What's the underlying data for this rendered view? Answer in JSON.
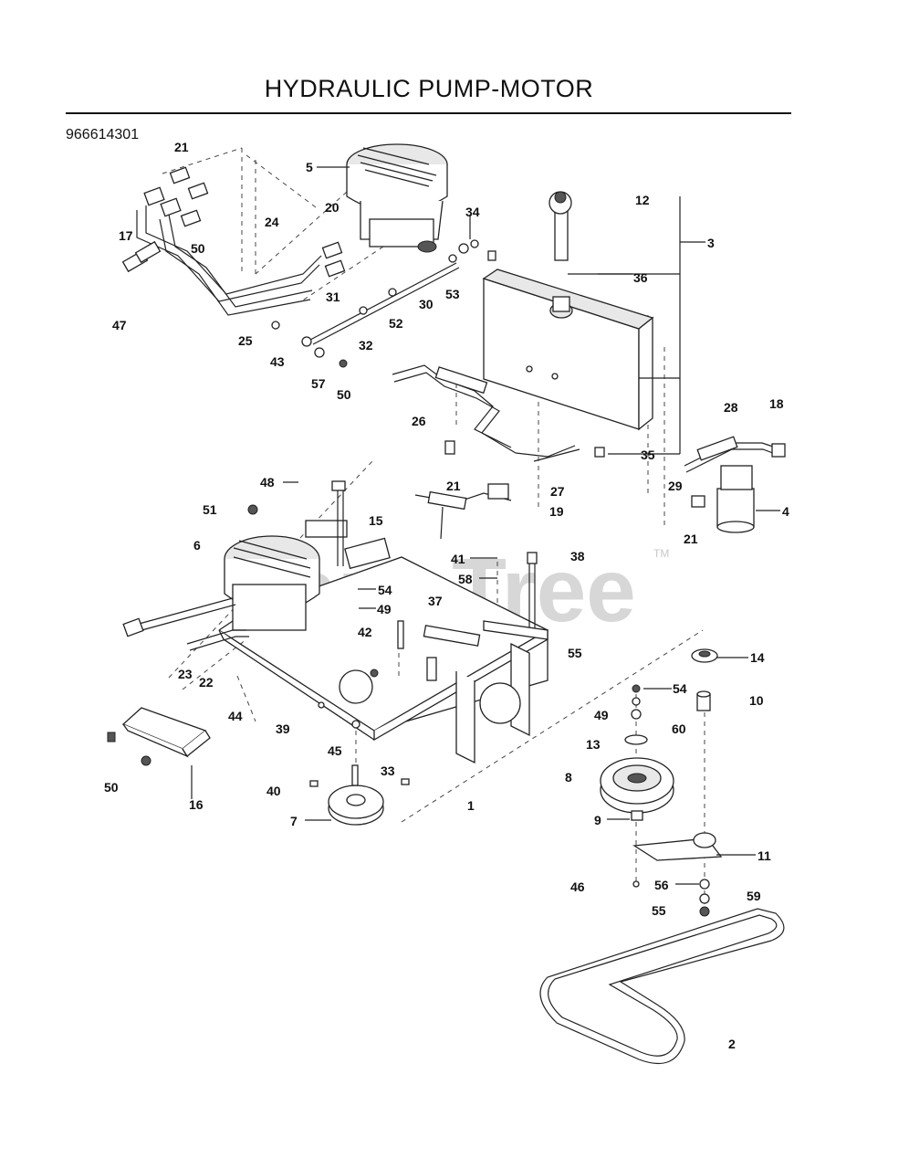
{
  "title": "HYDRAULIC PUMP-MOTOR",
  "part_number": "966614301",
  "watermark": "PartsTree",
  "trademark": "TM",
  "callouts": [
    {
      "id": "c-21a",
      "text": "21"
    },
    {
      "id": "c-5",
      "text": "5"
    },
    {
      "id": "c-20",
      "text": "20"
    },
    {
      "id": "c-24",
      "text": "24"
    },
    {
      "id": "c-17",
      "text": "17"
    },
    {
      "id": "c-50a",
      "text": "50"
    },
    {
      "id": "c-34",
      "text": "34"
    },
    {
      "id": "c-12",
      "text": "12"
    },
    {
      "id": "c-3",
      "text": "3"
    },
    {
      "id": "c-36",
      "text": "36"
    },
    {
      "id": "c-47",
      "text": "47"
    },
    {
      "id": "c-31",
      "text": "31"
    },
    {
      "id": "c-53",
      "text": "53"
    },
    {
      "id": "c-30",
      "text": "30"
    },
    {
      "id": "c-52",
      "text": "52"
    },
    {
      "id": "c-25",
      "text": "25"
    },
    {
      "id": "c-32",
      "text": "32"
    },
    {
      "id": "c-43",
      "text": "43"
    },
    {
      "id": "c-57",
      "text": "57"
    },
    {
      "id": "c-50b",
      "text": "50"
    },
    {
      "id": "c-26",
      "text": "26"
    },
    {
      "id": "c-28",
      "text": "28"
    },
    {
      "id": "c-18",
      "text": "18"
    },
    {
      "id": "c-35",
      "text": "35"
    },
    {
      "id": "c-48",
      "text": "48"
    },
    {
      "id": "c-21b",
      "text": "21"
    },
    {
      "id": "c-27",
      "text": "27"
    },
    {
      "id": "c-29",
      "text": "29"
    },
    {
      "id": "c-19",
      "text": "19"
    },
    {
      "id": "c-4",
      "text": "4"
    },
    {
      "id": "c-51",
      "text": "51"
    },
    {
      "id": "c-21c",
      "text": "21"
    },
    {
      "id": "c-15",
      "text": "15"
    },
    {
      "id": "c-6",
      "text": "6"
    },
    {
      "id": "c-41",
      "text": "41"
    },
    {
      "id": "c-38",
      "text": "38"
    },
    {
      "id": "c-58",
      "text": "58"
    },
    {
      "id": "c-54a",
      "text": "54"
    },
    {
      "id": "c-37",
      "text": "37"
    },
    {
      "id": "c-49a",
      "text": "49"
    },
    {
      "id": "c-42",
      "text": "42"
    },
    {
      "id": "c-55a",
      "text": "55"
    },
    {
      "id": "c-14",
      "text": "14"
    },
    {
      "id": "c-23",
      "text": "23"
    },
    {
      "id": "c-22",
      "text": "22"
    },
    {
      "id": "c-54b",
      "text": "54"
    },
    {
      "id": "c-10",
      "text": "10"
    },
    {
      "id": "c-44",
      "text": "44"
    },
    {
      "id": "c-39",
      "text": "39"
    },
    {
      "id": "c-49b",
      "text": "49"
    },
    {
      "id": "c-60",
      "text": "60"
    },
    {
      "id": "c-13",
      "text": "13"
    },
    {
      "id": "c-45",
      "text": "45"
    },
    {
      "id": "c-50c",
      "text": "50"
    },
    {
      "id": "c-33",
      "text": "33"
    },
    {
      "id": "c-8",
      "text": "8"
    },
    {
      "id": "c-16",
      "text": "16"
    },
    {
      "id": "c-40",
      "text": "40"
    },
    {
      "id": "c-1",
      "text": "1"
    },
    {
      "id": "c-7",
      "text": "7"
    },
    {
      "id": "c-9",
      "text": "9"
    },
    {
      "id": "c-11",
      "text": "11"
    },
    {
      "id": "c-46",
      "text": "46"
    },
    {
      "id": "c-56",
      "text": "56"
    },
    {
      "id": "c-59",
      "text": "59"
    },
    {
      "id": "c-55b",
      "text": "55"
    },
    {
      "id": "c-2",
      "text": "2"
    }
  ]
}
